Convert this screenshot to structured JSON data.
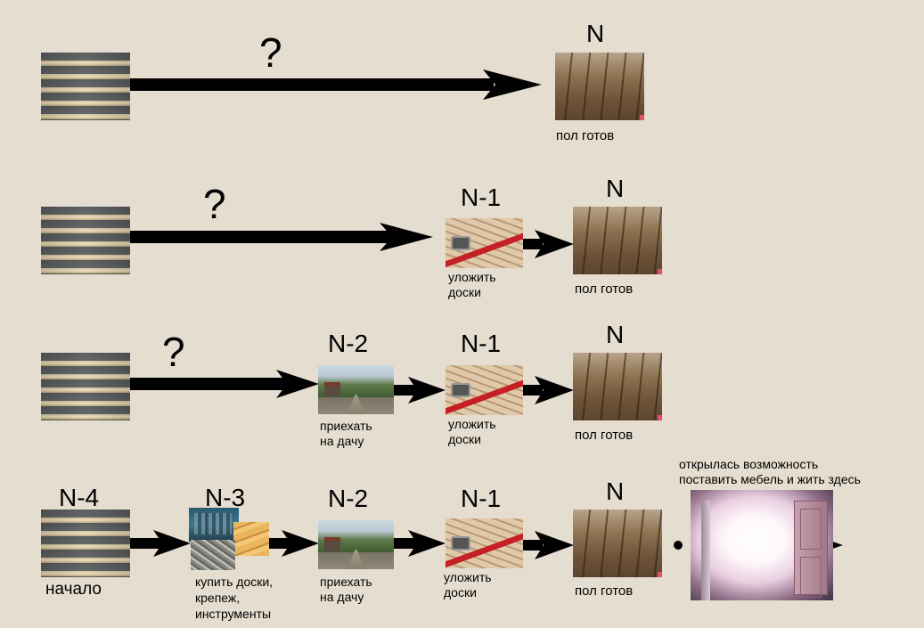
{
  "rows": {
    "row1": {
      "question": "?",
      "final_step": "N",
      "final_caption": "пол готов"
    },
    "row2": {
      "question": "?",
      "step_n1": "N-1",
      "caption_n1_line1": "уложить",
      "caption_n1_line2": "доски",
      "final_step": "N",
      "final_caption": "пол готов"
    },
    "row3": {
      "question": "?",
      "step_n2": "N-2",
      "caption_n2_line1": "приехать",
      "caption_n2_line2": "на дачу",
      "step_n1": "N-1",
      "caption_n1_line1": "уложить",
      "caption_n1_line2": "доски",
      "final_step": "N",
      "final_caption": "пол готов"
    },
    "row4": {
      "step_n4": "N-4",
      "caption_n4": "начало",
      "step_n3": "N-3",
      "caption_n3_line1": "купить доски,",
      "caption_n3_line2": "крепеж,",
      "caption_n3_line3": "инструменты",
      "step_n2": "N-2",
      "caption_n2_line1": "приехать",
      "caption_n2_line2": "на дачу",
      "step_n1": "N-1",
      "caption_n1_line1": "уложить",
      "caption_n1_line2": "доски",
      "final_step": "N",
      "final_caption": "пол готов",
      "opportunity_line1": "открылась возможность",
      "opportunity_line2": "поставить мебель и жить здесь"
    }
  },
  "images": {
    "start": "joists-photo",
    "finished": "wood-floor-photo",
    "laying": "laying-boards-photo",
    "arrival": "dacha-road-photo",
    "supplies": "tools-boards-fasteners-photo",
    "future": "open-door-light-photo"
  }
}
